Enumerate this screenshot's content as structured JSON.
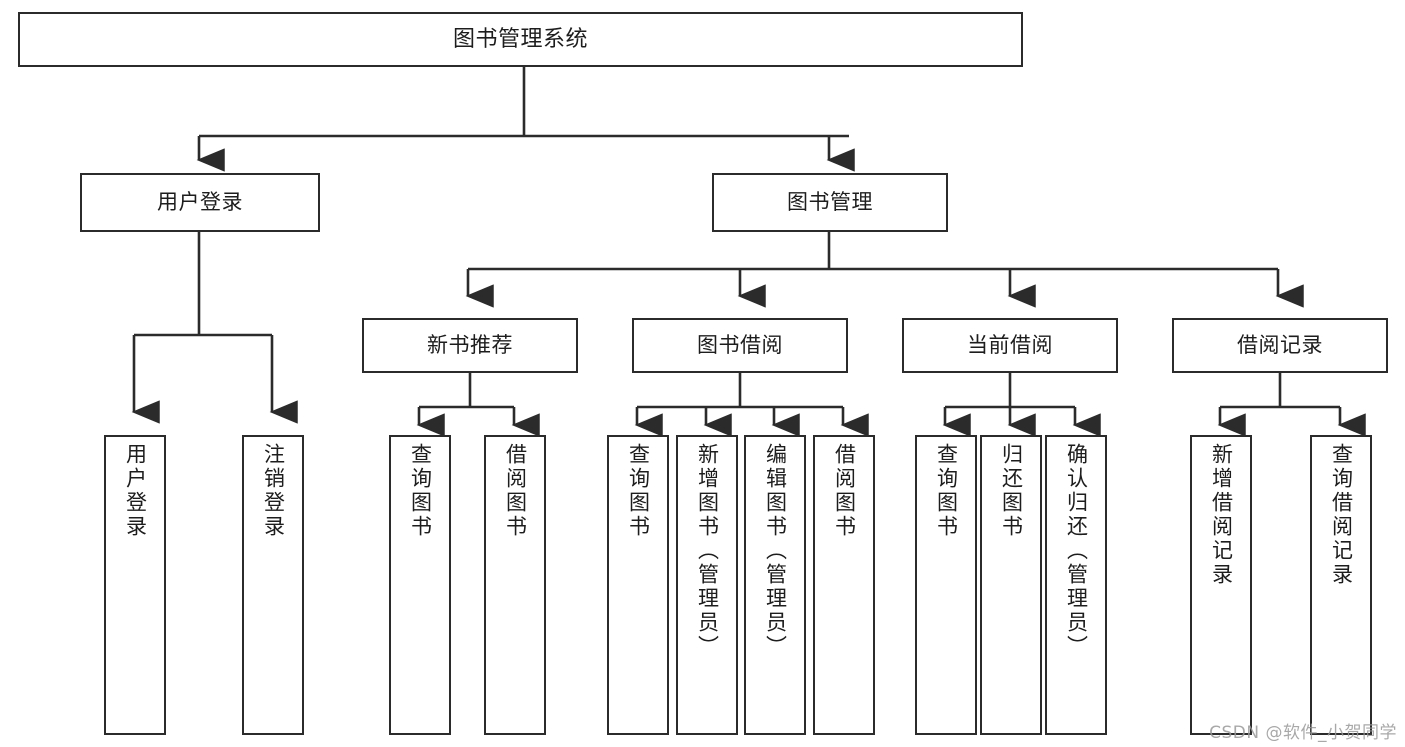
{
  "diagram": {
    "title": "图书管理系统",
    "watermark": "CSDN @软件_小贺同学",
    "colors": {
      "stroke": "#2b2b2b",
      "fill": "#ffffff",
      "text": "#1d1d1d",
      "watermark": "#9a9a9a"
    }
  },
  "nodes": {
    "root": {
      "label": "图书管理系统"
    },
    "level2": [
      {
        "id": "user-login",
        "label": "用户登录"
      },
      {
        "id": "book-management",
        "label": "图书管理"
      }
    ],
    "level3": [
      {
        "id": "new-book-recommend",
        "label": "新书推荐"
      },
      {
        "id": "book-borrow",
        "label": "图书借阅"
      },
      {
        "id": "current-borrow",
        "label": "当前借阅"
      },
      {
        "id": "borrow-record",
        "label": "借阅记录"
      }
    ],
    "leaves": {
      "user_login": [
        {
          "id": "leaf-user-login",
          "label": "用户登录"
        },
        {
          "id": "leaf-logout",
          "label": "注销登录"
        }
      ],
      "new_book_recommend": [
        {
          "id": "leaf-query-book-1",
          "label": "查询图书"
        },
        {
          "id": "leaf-borrow-book-1",
          "label": "借阅图书"
        }
      ],
      "book_borrow": [
        {
          "id": "leaf-query-book-2",
          "label": "查询图书"
        },
        {
          "id": "leaf-add-book",
          "label": "新增图书（管理员）"
        },
        {
          "id": "leaf-edit-book",
          "label": "编辑图书（管理员）"
        },
        {
          "id": "leaf-borrow-book-2",
          "label": "借阅图书"
        }
      ],
      "current_borrow": [
        {
          "id": "leaf-query-book-3",
          "label": "查询图书"
        },
        {
          "id": "leaf-return-book",
          "label": "归还图书"
        },
        {
          "id": "leaf-confirm-return",
          "label": "确认归还（管理员）"
        }
      ],
      "borrow_record": [
        {
          "id": "leaf-add-record",
          "label": "新增借阅记录"
        },
        {
          "id": "leaf-query-record",
          "label": "查询借阅记录"
        }
      ]
    }
  }
}
